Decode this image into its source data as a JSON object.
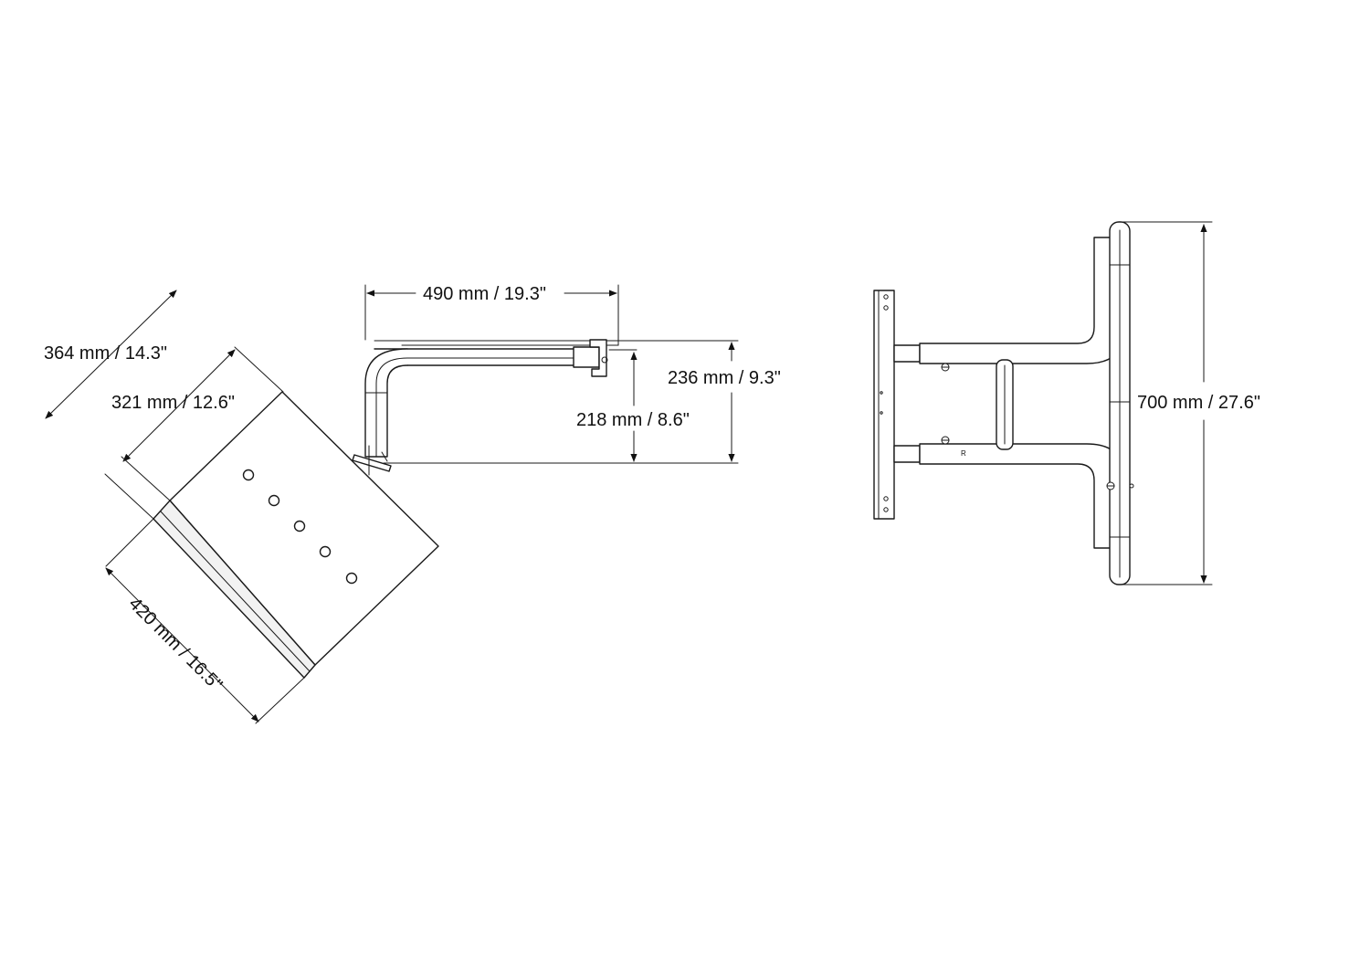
{
  "dimensions": {
    "d364": "364 mm / 14.3\"",
    "d321": "321 mm / 12.6\"",
    "d420": "420 mm / 16.5\"",
    "d490": "490 mm / 19.3\"",
    "d236": "236 mm / 9.3\"",
    "d218": "218 mm / 8.6\"",
    "d700": "700 mm / 27.6\""
  },
  "marks": {
    "r_mark": "R"
  }
}
